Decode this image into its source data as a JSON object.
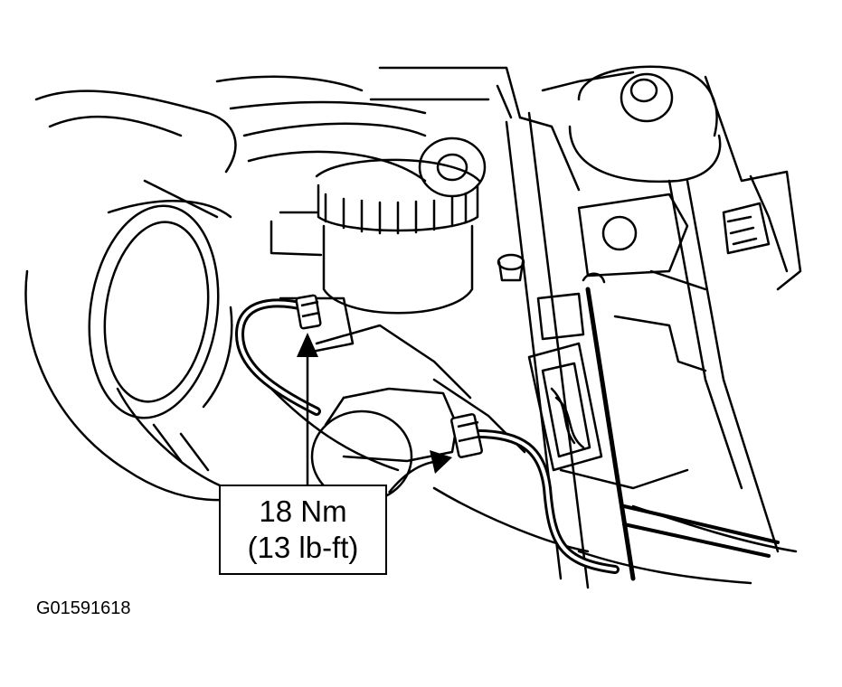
{
  "callout": {
    "torque_nm": "18 Nm",
    "torque_lbft": "(13 lb-ft)"
  },
  "figure": {
    "id": "G01591618"
  },
  "colors": {
    "ink": "#000000",
    "paper": "#ffffff"
  }
}
